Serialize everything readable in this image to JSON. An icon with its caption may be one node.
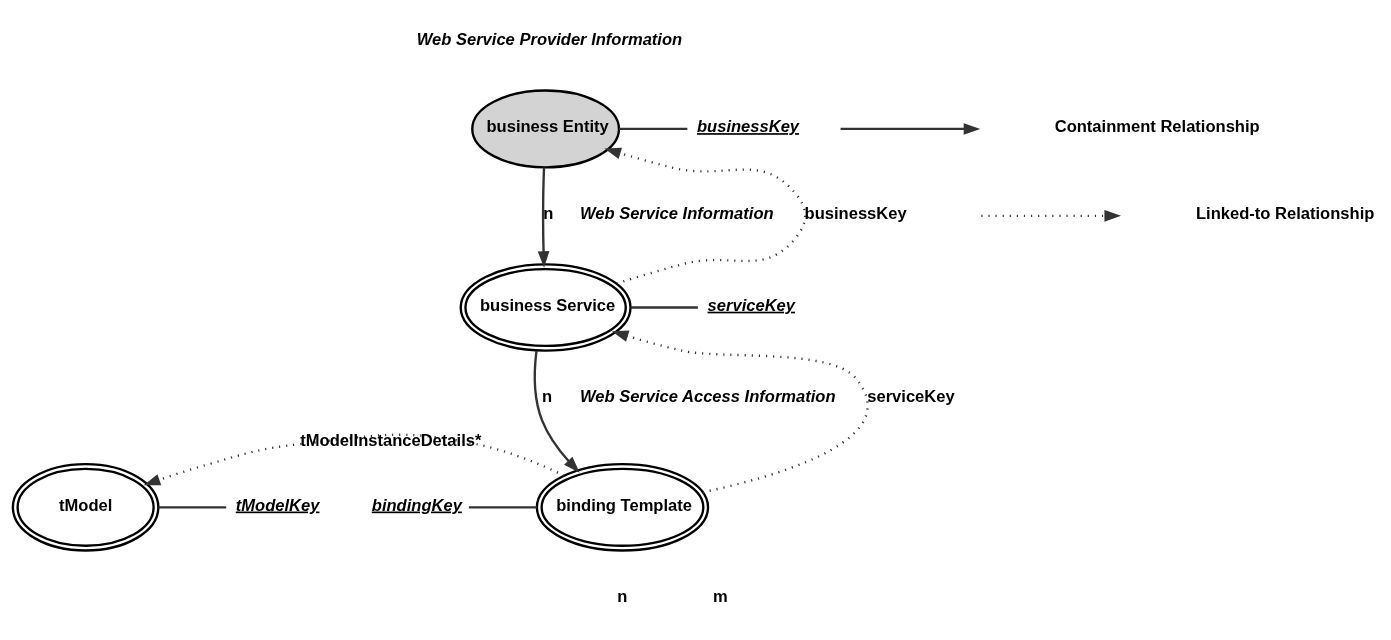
{
  "diagram": {
    "nodes": [
      {
        "text": [
          "business Entity"
        ]
      },
      {
        "text": [
          "business Service"
        ]
      },
      {
        "text": [
          "binding Template"
        ]
      },
      {
        "text": [
          "tModel"
        ]
      },
      {
        "text": [
          "businessKey"
        ]
      },
      {
        "text": [
          "serviceKey"
        ]
      },
      {
        "text": [
          "bindingKey"
        ]
      },
      {
        "text": [
          "tModelKey"
        ]
      }
    ],
    "edges": [
      {
        "from": 0,
        "to": 1,
        "arrow": "to",
        "label": "n"
      },
      {
        "from": 1,
        "to": 2,
        "arrow": "to",
        "label": "n"
      },
      {
        "from": 1,
        "to": 0,
        "arrow": "to",
        "label": "businessKey",
        "style": "dashed"
      },
      {
        "from": 2,
        "to": 1,
        "arrow": "to",
        "label": "serviceKey",
        "style": "dashed"
      },
      {
        "from": 2,
        "to": 3,
        "arrow": "to",
        "label": "tModelInstanceDetails*",
        "style": "dashed"
      },
      {
        "from": 0,
        "to": 4,
        "arrow": "none"
      },
      {
        "from": 1,
        "to": 5,
        "arrow": "none"
      },
      {
        "from": 6,
        "to": 2,
        "arrow": "none"
      },
      {
        "from": 3,
        "to": 7,
        "arrow": "none"
      }
    ],
    "labels": [
      "Web Service Provider Information",
      "Web Service Information",
      "Web Service Access Information",
      "n",
      "m"
    ],
    "legend": [
      {
        "text": "Containment Relationship"
      },
      {
        "text": "Linked-to Relationship"
      }
    ]
  }
}
